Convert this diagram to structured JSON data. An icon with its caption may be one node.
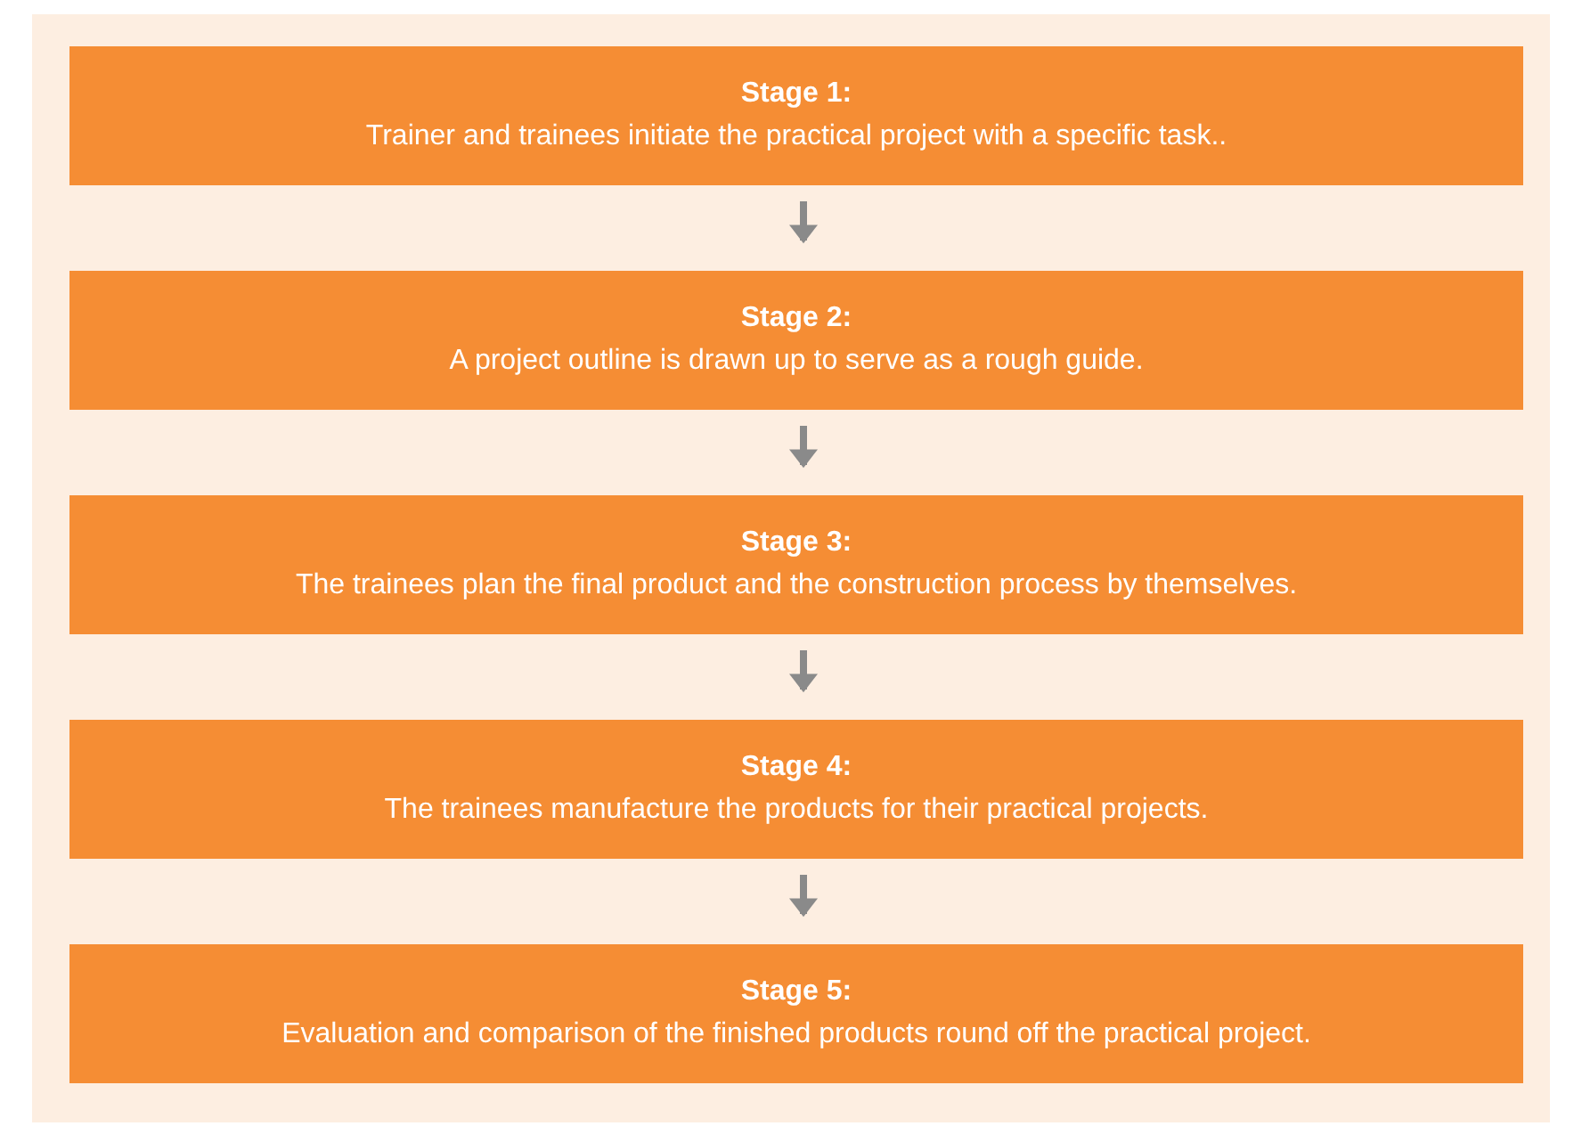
{
  "diagram": {
    "nodes": [
      {
        "text": [
          "Stage 1:",
          "Trainer and trainees initiate the practical project with a specific task.."
        ]
      },
      {
        "text": [
          "Stage 2:",
          "A project outline is drawn up to serve as a rough guide."
        ]
      },
      {
        "text": [
          "Stage 3:",
          "The trainees plan the final product and the construction process by themselves."
        ]
      },
      {
        "text": [
          "Stage 4:",
          "The trainees manufacture the products for their practical projects."
        ]
      },
      {
        "text": [
          "Stage 5:",
          "Evaluation and comparison of the finished products round off the practical project."
        ]
      }
    ],
    "edges": [
      {
        "from": 0,
        "to": 1,
        "arrow": "to"
      },
      {
        "from": 1,
        "to": 2,
        "arrow": "to"
      },
      {
        "from": 2,
        "to": 3,
        "arrow": "to"
      },
      {
        "from": 3,
        "to": 4,
        "arrow": "to"
      }
    ]
  }
}
